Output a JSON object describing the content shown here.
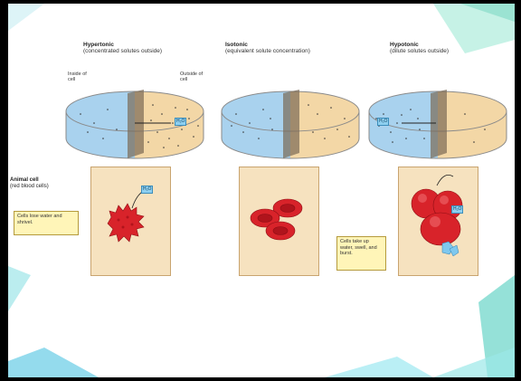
{
  "columns": [
    {
      "title": "Hypertonic",
      "subtitle": "(concentrated solutes outside)"
    },
    {
      "title": "Isotonic",
      "subtitle": "(equivalent solute concentration)"
    },
    {
      "title": "Hypotonic",
      "subtitle": "(dilute solutes outside)"
    }
  ],
  "labels": {
    "inside": "Inside of cell",
    "outside": "Outside of cell",
    "h2o": "H₂O"
  },
  "animal_cell": {
    "title": "Animal cell",
    "subtitle": "(red blood cells)"
  },
  "callouts": {
    "hypertonic": "Cells lose water and shrivel.",
    "hypotonic": "Cells take up water, swell, and burst."
  },
  "colors": {
    "inside_water": "#a9d2ee",
    "outside_water": "#f3d7a6",
    "rbc": "#d8232a",
    "panel": "#f6e2bf",
    "deco_teal": "#8fe0d6"
  }
}
